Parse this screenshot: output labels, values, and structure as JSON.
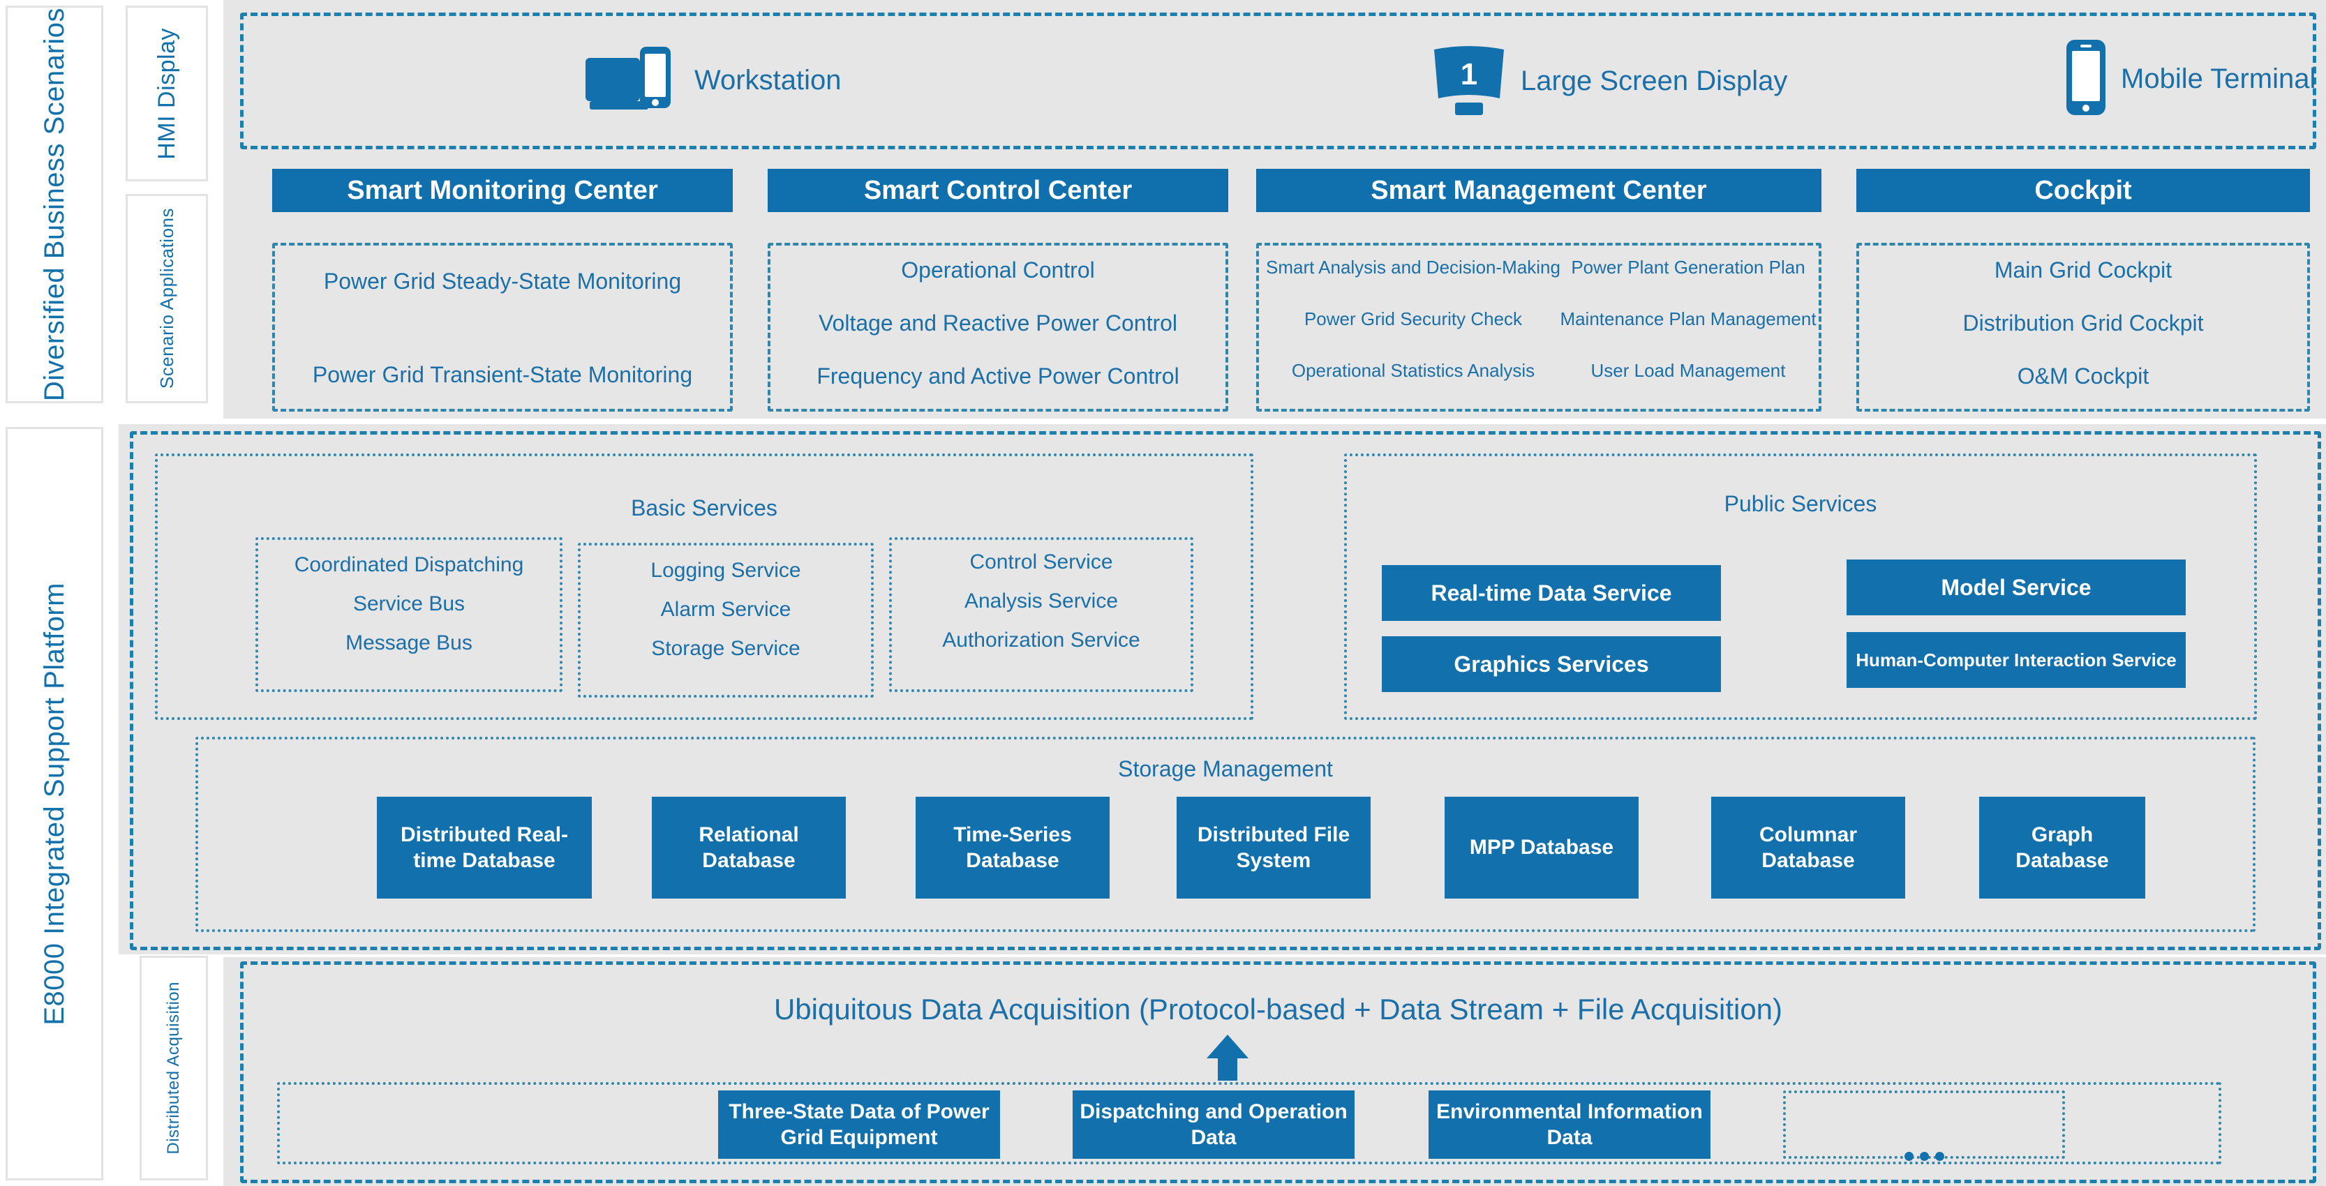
{
  "colors": {
    "accent_blue": "#1070ad",
    "text_blue": "#1b6fa8",
    "panel_grey": "#e6e6e6",
    "dash_blue": "#2e86ad"
  },
  "side_labels": {
    "business_scenarios": "Diversified Business Scenarios",
    "hmi_display": "HMI Display",
    "scenario_applications": "Scenario Applications",
    "platform": "E8000 Integrated Support Platform",
    "distributed_acquisition": "Distributed Acquisition"
  },
  "hmi_row": {
    "items": [
      {
        "icon": "workstation-icon",
        "label": "Workstation"
      },
      {
        "icon": "large-screen-display-icon",
        "label": "Large Screen Display",
        "screen_number": "1"
      },
      {
        "icon": "mobile-terminal-icon",
        "label": "Mobile Terminal"
      }
    ]
  },
  "scenario_centers": [
    {
      "title": "Smart Monitoring Center",
      "layout": "single-column",
      "items": [
        "Power Grid Steady-State Monitoring",
        "Power Grid Transient-State Monitoring"
      ]
    },
    {
      "title": "Smart Control Center",
      "layout": "single-column",
      "items": [
        "Operational Control",
        "Voltage and Reactive Power Control",
        "Frequency and Active Power Control"
      ]
    },
    {
      "title": "Smart Management Center",
      "layout": "two-column",
      "left_items": [
        "Smart Analysis and Decision-Making",
        "Power Grid Security Check",
        "Operational Statistics Analysis"
      ],
      "right_items": [
        "Power Plant Generation Plan",
        "Maintenance Plan Management",
        "User Load Management"
      ]
    },
    {
      "title": "Cockpit",
      "layout": "single-column",
      "items": [
        "Main Grid Cockpit",
        "Distribution Grid Cockpit",
        "O&M Cockpit"
      ]
    }
  ],
  "basic_services": {
    "title": "Basic Services",
    "groups": [
      {
        "items": [
          "Coordinated Dispatching",
          "Service Bus",
          "Message Bus"
        ]
      },
      {
        "items": [
          "Logging Service",
          "Alarm Service",
          "Storage Service"
        ]
      },
      {
        "items": [
          "Control Service",
          "Analysis Service",
          "Authorization Service"
        ]
      }
    ]
  },
  "public_services": {
    "title": "Public Services",
    "left_chips": [
      "Real-time Data Service",
      "Graphics Services"
    ],
    "right_chips": [
      "Model Service",
      "Human-Computer Interaction Service"
    ]
  },
  "storage_management": {
    "title": "Storage Management",
    "databases": [
      "Distributed Real-time Database",
      "Relational Database",
      "Time-Series Database",
      "Distributed File System",
      "MPP Database",
      "Columnar Database",
      "Graph Database"
    ]
  },
  "acquisition": {
    "title": "Ubiquitous Data Acquisition (Protocol-based + Data Stream + File Acquisition)",
    "sources": [
      "Three-State Data of Power Grid Equipment",
      "Dispatching and Operation Data",
      "Environmental Information Data"
    ],
    "placeholder_label": "more-sources-placeholder"
  }
}
